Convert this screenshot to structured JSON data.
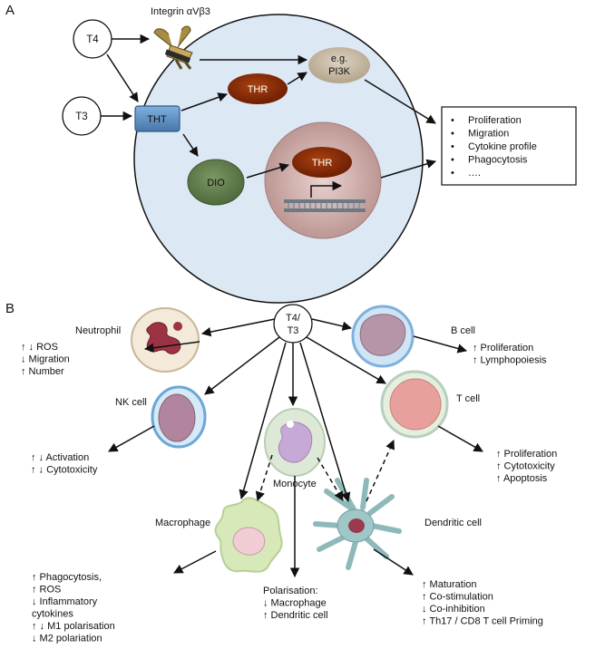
{
  "panel_a": {
    "label": "A",
    "t4": "T4",
    "t3": "T3",
    "integrin": "Integrin αVβ3",
    "tht": "THT",
    "thr": "THR",
    "pi3k_line1": "e.g.",
    "pi3k_line2": "PI3K",
    "dio": "DIO",
    "nucleus_thr": "THR",
    "outcomes": [
      "Proliferation",
      "Migration",
      "Cytokine profile",
      "Phagocytosis",
      "…."
    ],
    "colors": {
      "cell": "#dde8f5",
      "tht": "#5a8fc4",
      "thr": "#8b2a06",
      "dio": "#5f7a4a",
      "pi3k": "#c8bba5",
      "nucleus": "#c9a6a3"
    }
  },
  "panel_b": {
    "label": "B",
    "center": [
      "T4/",
      "T3"
    ],
    "neutrophil": {
      "name": "Neutrophil",
      "effects": [
        "↑ ↓ ROS",
        "↓ Migration",
        "↑ Number"
      ]
    },
    "bcell": {
      "name": "B cell",
      "effects": [
        "↑ Proliferation",
        "↑ Lymphopoiesis"
      ]
    },
    "nkcell": {
      "name": "NK cell",
      "effects": [
        "↑ ↓ Activation",
        "↑ ↓ Cytotoxicity"
      ]
    },
    "tcell": {
      "name": "T cell",
      "effects": [
        "↑ Proliferation",
        "↑ Cytotoxicity",
        "↑ Apoptosis"
      ]
    },
    "monocyte": {
      "name": "Monocyte",
      "effects": [
        "Polarisation:",
        "↓ Macrophage",
        "↑ Dendritic cell"
      ]
    },
    "macrophage": {
      "name": "Macrophage",
      "effects": [
        "↑ Phagocytosis,",
        "↑ ROS",
        "↓ Inflammatory",
        "cytokines",
        "↑ ↓ M1 polarisation",
        "↓ M2 polariation"
      ]
    },
    "dendritic": {
      "name": "Dendritic cell",
      "effects": [
        "↑ Maturation",
        "↑ Co-stimulation",
        "↓ Co-inhibition",
        "↑ Th17 / CD8 T cell Priming"
      ]
    }
  }
}
